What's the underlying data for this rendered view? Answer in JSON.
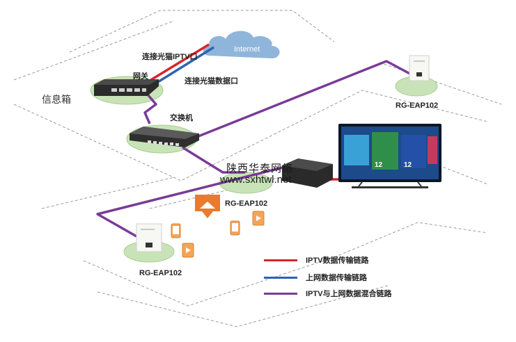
{
  "internet_label": "Internet",
  "box_label": "信息箱",
  "gateway_label": "网关",
  "switch_label": "交换机",
  "iptv_port_label": "连接光猫IPTV口",
  "data_port_label": "连接光猫数据口",
  "ap_top_right_label": "RG-EAP102",
  "ap_center_label": "RG-EAP102",
  "ap_bottom_left_label": "RG-EAP102",
  "watermark_line1": "陕西华泰网络",
  "watermark_line2": "www.sxhtwl.net",
  "tv_tile_numbers": [
    "12",
    "12"
  ],
  "legend": [
    {
      "text": "IPTV数据传输链路",
      "color": "#d7262a"
    },
    {
      "text": "上网数据传输链路",
      "color": "#2f62b0"
    },
    {
      "text": "IPTV与上网数据混合链路",
      "color": "#7a3b97"
    }
  ],
  "colors": {
    "iptv": "#d7262a",
    "internet": "#2f62b0",
    "mixed": "#7a3b97",
    "floor_fill": "#c9e3b8",
    "cloud": "#8fb6da",
    "orange": "#ea7a2e"
  }
}
